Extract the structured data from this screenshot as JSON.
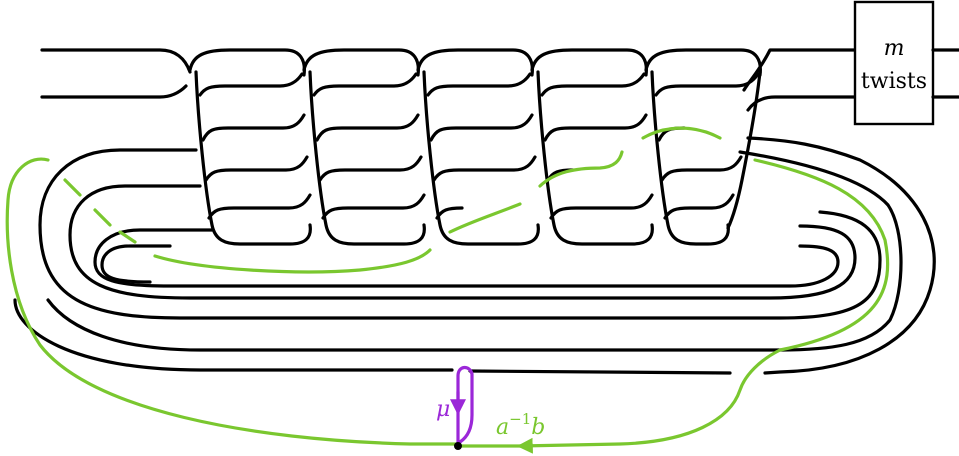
{
  "twist_box": {
    "variable": "m",
    "word": "twists"
  },
  "labels": {
    "meridian": "μ",
    "word_base": "a",
    "word_exponent": "−1",
    "word_tail": "b"
  },
  "colors": {
    "knot": "#000000",
    "green_curve": "#7ac72f",
    "meridian": "#9b27d8"
  }
}
